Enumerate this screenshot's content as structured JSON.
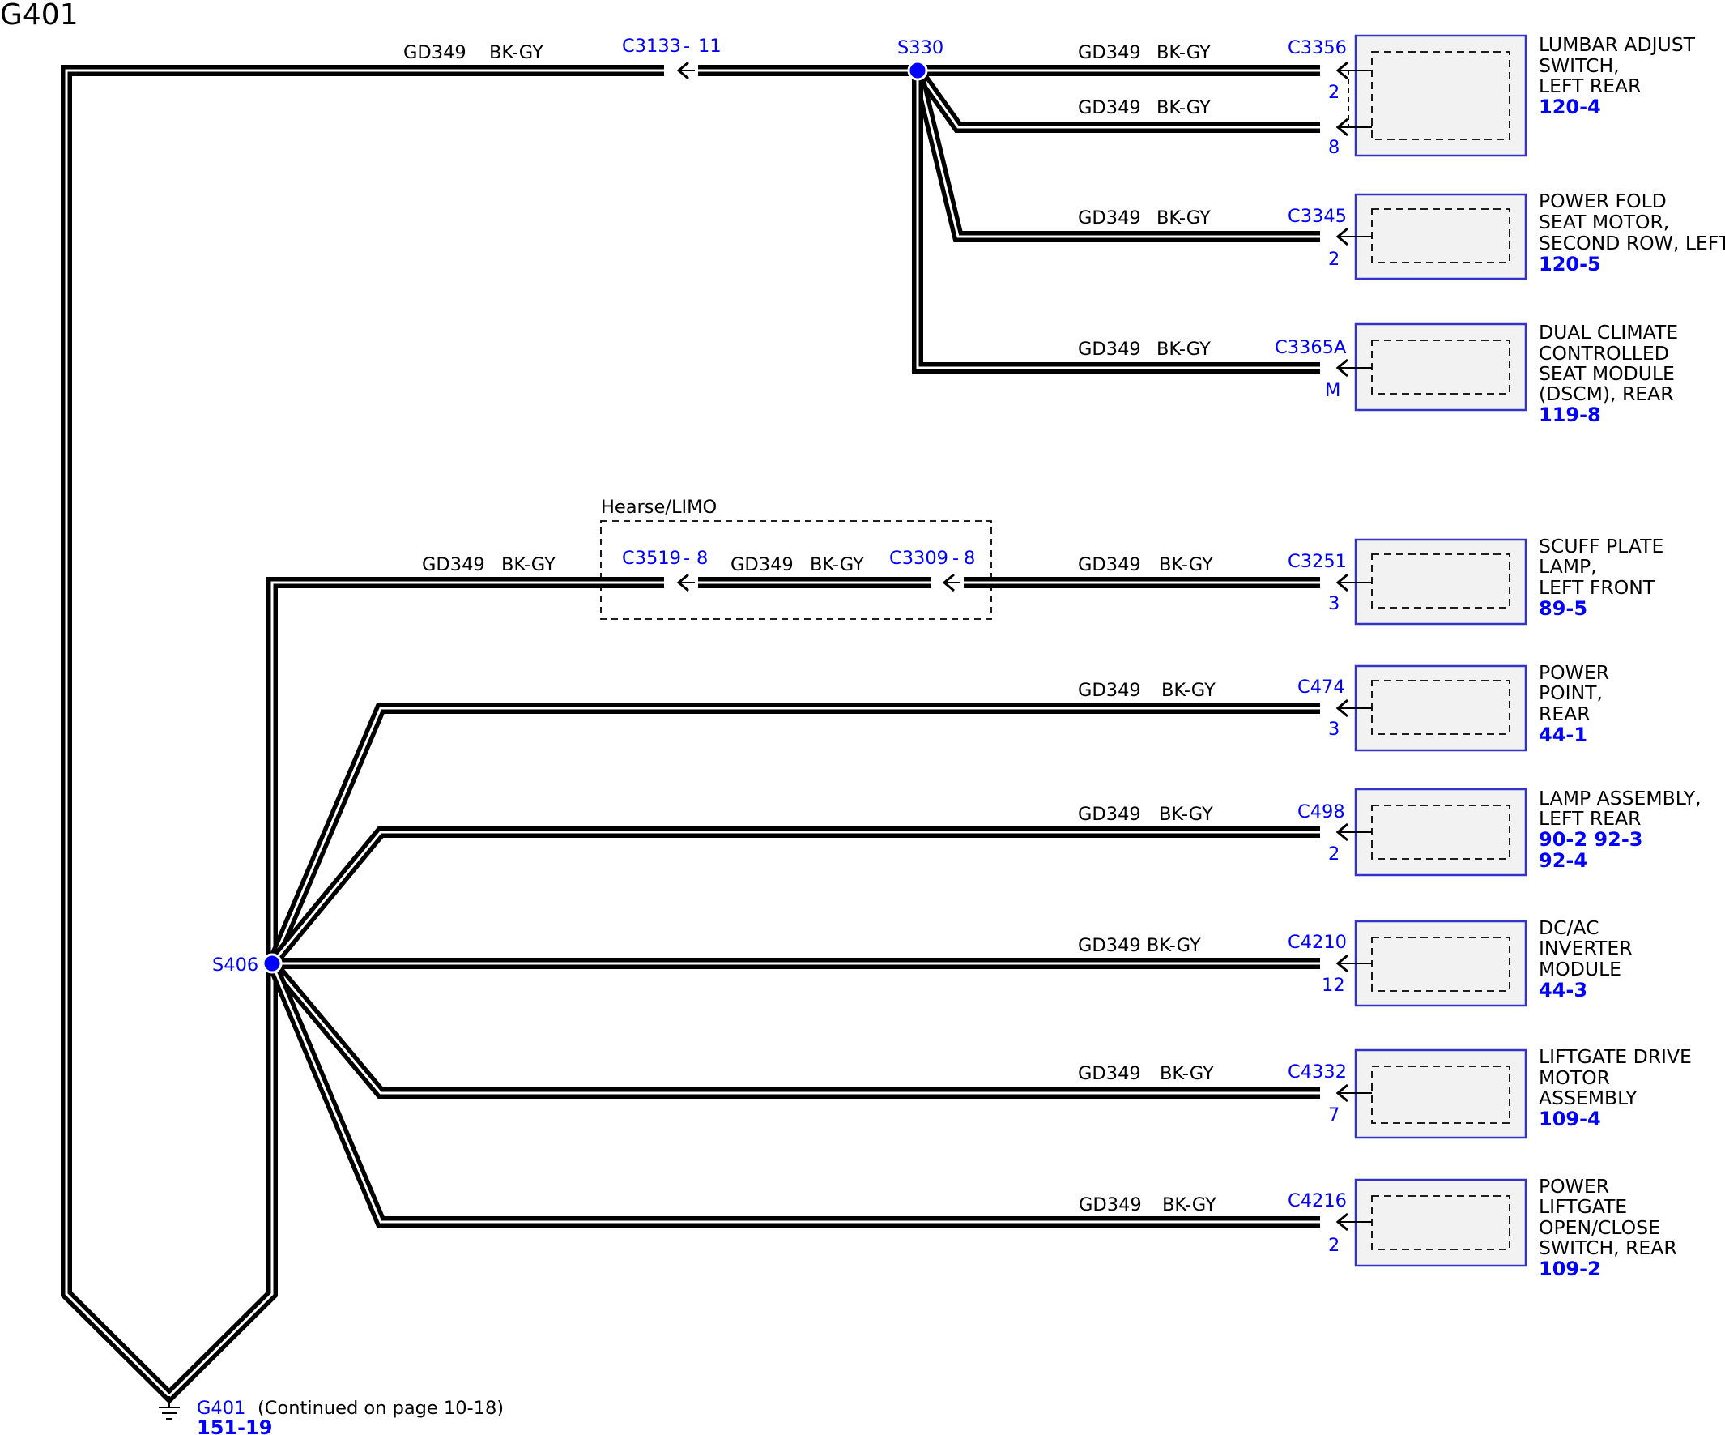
{
  "page_title": "G401",
  "wire_code": "GD349",
  "wire_color": "BK-GY",
  "wire_label_combined": "GD349 BK-GY",
  "splices": {
    "top": "S330",
    "bottom": "S406"
  },
  "inline_connectors": {
    "c3133": {
      "name": "C3133",
      "pin": "11"
    },
    "c3519": {
      "name": "C3519",
      "pin": "8"
    },
    "c3309": {
      "name": "C3309",
      "pin": "8"
    }
  },
  "option_label": "Hearse/LIMO",
  "components": [
    {
      "connector": "C3356",
      "pins": [
        "2",
        "8"
      ],
      "name_lines": [
        "LUMBAR ADJUST",
        "SWITCH,",
        "LEFT REAR"
      ],
      "refs": [
        "120-4"
      ]
    },
    {
      "connector": "C3345",
      "pins": [
        "2"
      ],
      "name_lines": [
        "POWER FOLD",
        "SEAT MOTOR,",
        "SECOND ROW, LEFT"
      ],
      "refs": [
        "120-5"
      ]
    },
    {
      "connector": "C3365A",
      "pins": [
        "M"
      ],
      "name_lines": [
        "DUAL CLIMATE",
        "CONTROLLED",
        "SEAT MODULE",
        "(DSCM), REAR"
      ],
      "refs": [
        "119-8"
      ]
    },
    {
      "connector": "C3251",
      "pins": [
        "3"
      ],
      "name_lines": [
        "SCUFF PLATE",
        "LAMP,",
        "LEFT FRONT"
      ],
      "refs": [
        "89-5"
      ]
    },
    {
      "connector": "C474",
      "pins": [
        "3"
      ],
      "name_lines": [
        "POWER",
        "POINT,",
        "REAR"
      ],
      "refs": [
        "44-1"
      ]
    },
    {
      "connector": "C498",
      "pins": [
        "2"
      ],
      "name_lines": [
        "LAMP ASSEMBLY,",
        "LEFT REAR"
      ],
      "refs": [
        "90-2 92-3",
        "92-4"
      ]
    },
    {
      "connector": "C4210",
      "pins": [
        "12"
      ],
      "name_lines": [
        "DC/AC",
        "INVERTER",
        "MODULE"
      ],
      "refs": [
        "44-3"
      ]
    },
    {
      "connector": "C4332",
      "pins": [
        "7"
      ],
      "name_lines": [
        "LIFTGATE DRIVE",
        "MOTOR",
        "ASSEMBLY"
      ],
      "refs": [
        "109-4"
      ]
    },
    {
      "connector": "C4216",
      "pins": [
        "2"
      ],
      "name_lines": [
        "POWER",
        "LIFTGATE",
        "OPEN/CLOSE",
        "SWITCH, REAR"
      ],
      "refs": [
        "109-2"
      ]
    }
  ],
  "ground": {
    "name": "G401",
    "note": "(Continued on page 10-18)",
    "ref": "151-19"
  },
  "colors": {
    "wire": "#000000",
    "connector_text": "#0000ff",
    "component_border": "#3333cc",
    "component_fill": "#f2f2f2",
    "splice_dot": "#0000ff"
  }
}
